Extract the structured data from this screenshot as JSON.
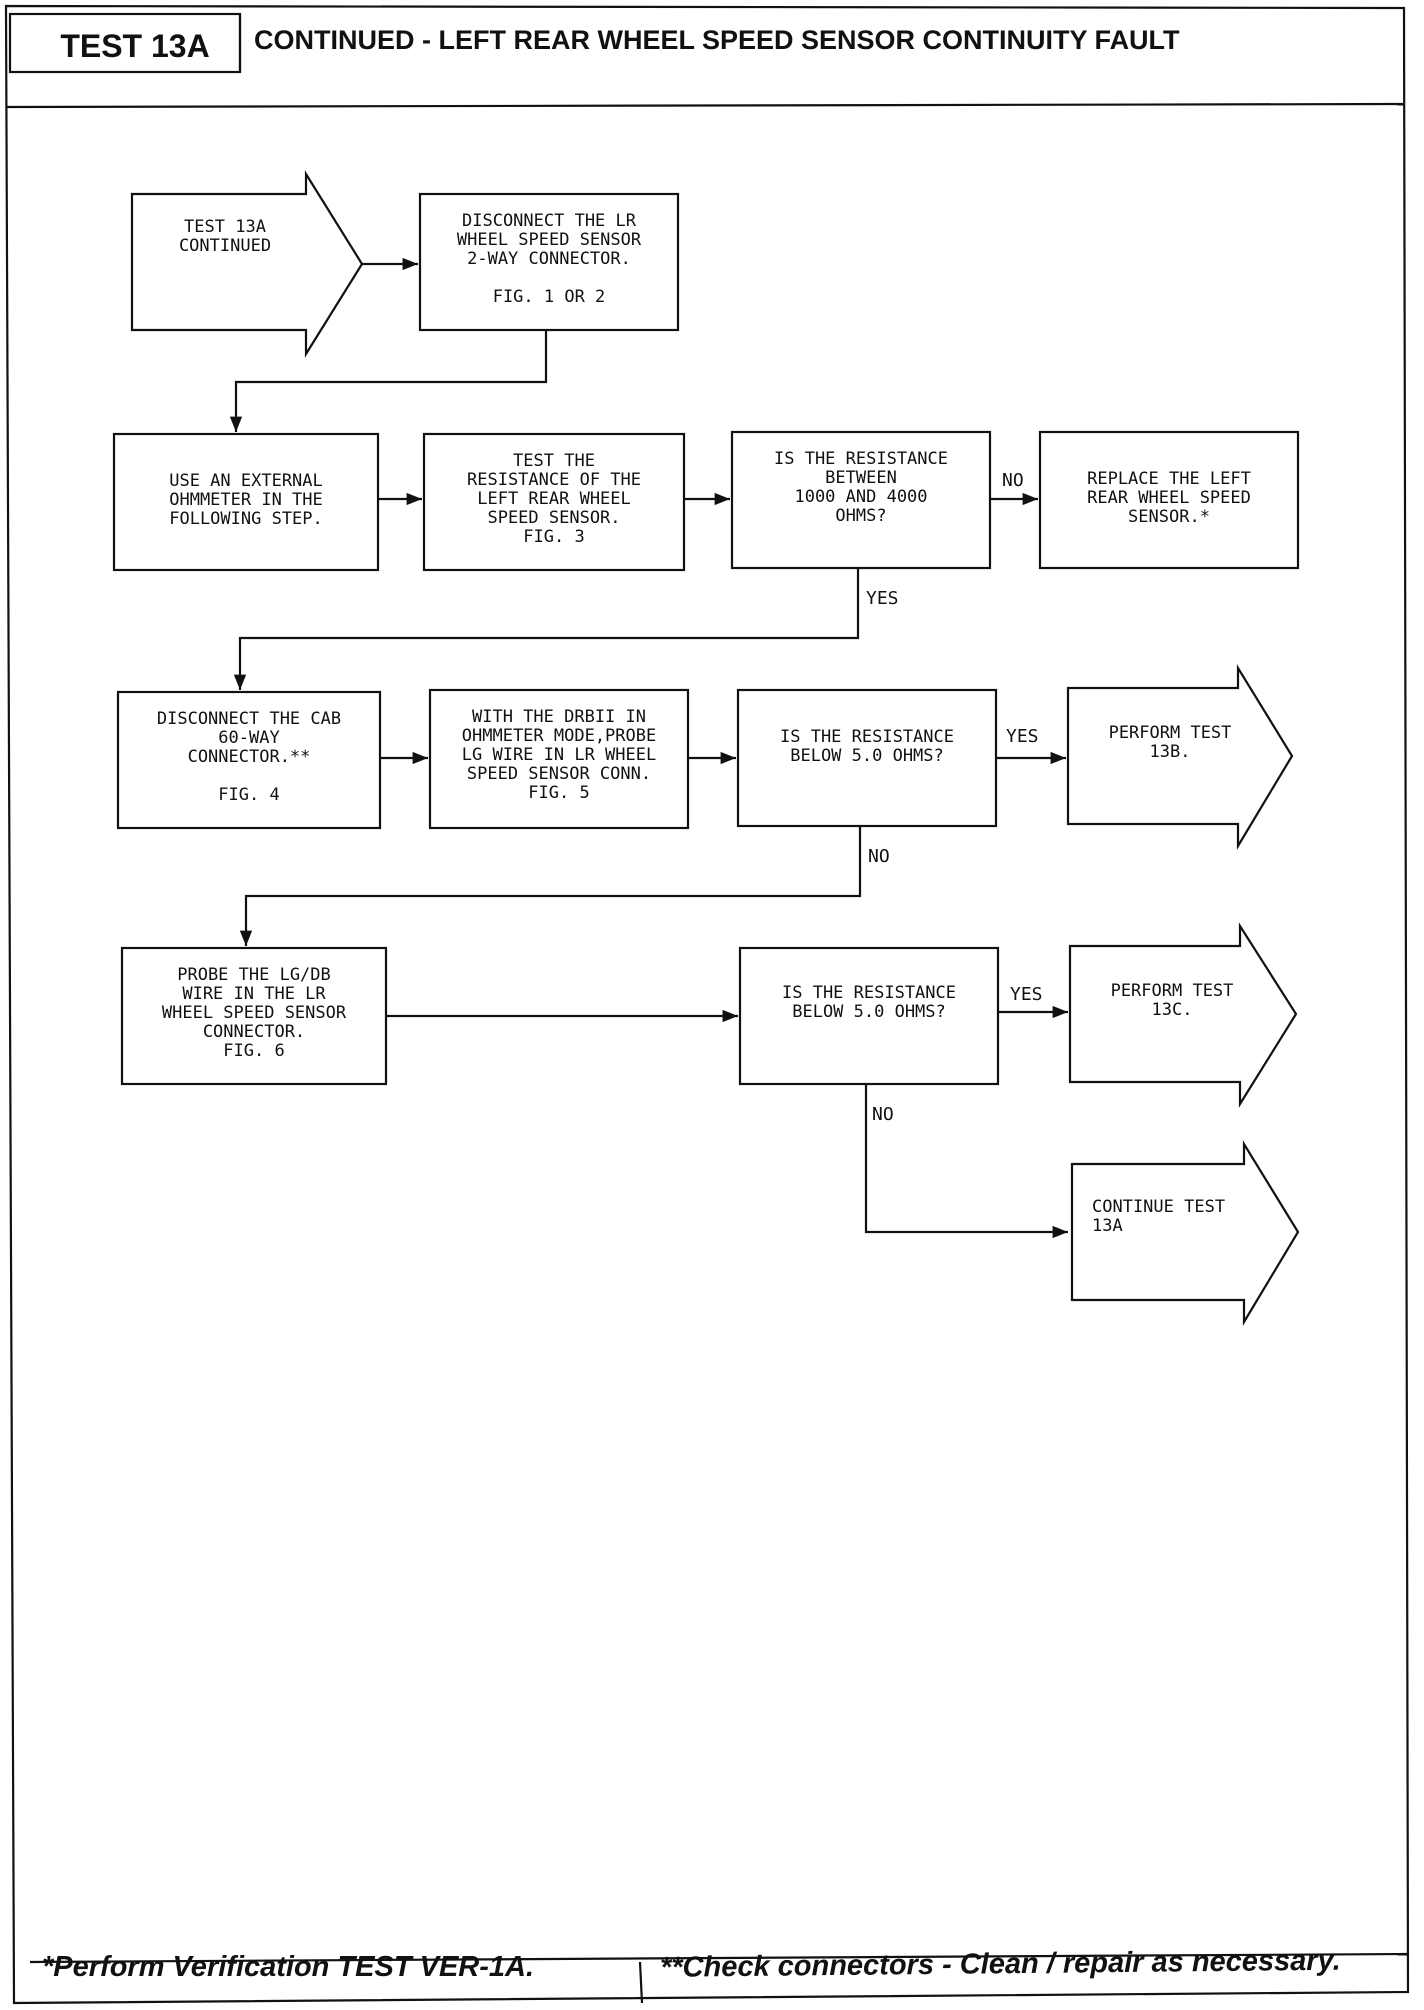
{
  "header": {
    "test_id": "TEST 13A",
    "title": "CONTINUED - LEFT REAR WHEEL SPEED SENSOR CONTINUITY FAULT"
  },
  "nodes": {
    "start": "TEST 13A\nCONTINUED",
    "disconnect_lr": "DISCONNECT THE LR\nWHEEL SPEED SENSOR\n2-WAY CONNECTOR.\n\nFIG. 1 OR 2",
    "use_ohmmeter": "USE AN EXTERNAL\nOHMMETER IN THE\nFOLLOWING STEP.",
    "test_resistance": "TEST THE\nRESISTANCE OF THE\nLEFT REAR WHEEL\nSPEED SENSOR.\nFIG. 3",
    "is_resistance_1": "IS THE RESISTANCE\nBETWEEN\n1000 AND 4000\nOHMS?",
    "replace_sensor": "REPLACE THE LEFT\nREAR WHEEL SPEED\nSENSOR.*",
    "disconnect_cab": "DISCONNECT THE CAB\n60-WAY\nCONNECTOR.**\n\nFIG. 4",
    "with_drbii": "WITH THE DRBII IN\nOHMMETER MODE,PROBE\nLG WIRE IN LR WHEEL\nSPEED SENSOR CONN.\nFIG. 5",
    "is_resistance_2": "IS THE RESISTANCE\nBELOW 5.0 OHMS?",
    "perform_13b": "PERFORM TEST\n13B.",
    "probe_lgdb": "PROBE THE LG/DB\nWIRE IN THE LR\nWHEEL SPEED SENSOR\nCONNECTOR.\nFIG. 6",
    "is_resistance_3": "IS THE RESISTANCE\nBELOW 5.0 OHMS?",
    "perform_13c": "PERFORM TEST\n13C.",
    "continue_13a": "CONTINUE TEST\n13A"
  },
  "labels": {
    "no_1": "NO",
    "yes_1": "YES",
    "yes_2": "YES",
    "no_2": "NO",
    "yes_3": "YES",
    "no_3": "NO"
  },
  "footer": {
    "left": "*Perform Verification TEST VER-1A.",
    "right": "**Check connectors - Clean / repair as necessary."
  }
}
